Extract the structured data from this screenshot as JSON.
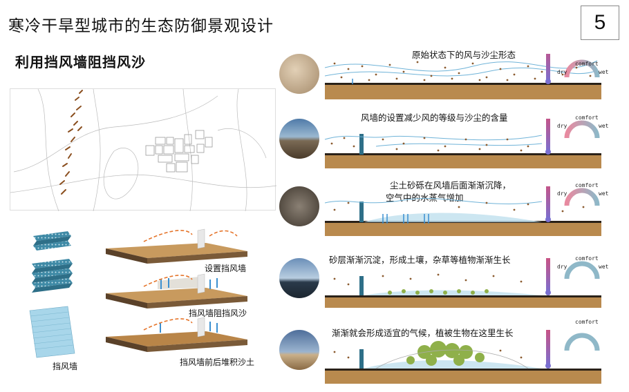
{
  "header": {
    "title": "寒冷干旱型城市的生态防御景观设计",
    "subtitle": "利用挡风墙阻挡风沙",
    "page_number": "5"
  },
  "left_panel": {
    "wall_label": "挡风墙",
    "steps": [
      {
        "label": "设置挡风墙"
      },
      {
        "label": "挡风墙阻挡风沙"
      },
      {
        "label": "挡风墙前后堆积沙土"
      }
    ]
  },
  "rows": [
    {
      "caption": "原始状态下的风与沙尘形态",
      "photo_tone": "#c9b49a"
    },
    {
      "caption": "风墙的设置减少风的等级与沙尘的含量",
      "photo_tone": "#7a6a55"
    },
    {
      "caption_line1": "尘土砂砾在风墙后面渐渐沉降，",
      "caption_line2": "空气中的水蒸气增加",
      "photo_tone": "#5a5247"
    },
    {
      "caption": "砂层渐渐沉淀，形成土壤，杂草等植物渐渐生长",
      "photo_tone": "#6b8fb8"
    },
    {
      "caption": "渐渐就会形成适宜的气候，植被生物在这里生长",
      "photo_tone": "#4e6e9a"
    }
  ],
  "gauge": {
    "top": "comfort",
    "left": "dry",
    "right": "wet"
  },
  "colors": {
    "soil_dark": "#4a3b2a",
    "soil": "#b98a4e",
    "sand_dot": "#8a5a2e",
    "wind": "#6fb3d8",
    "thermo_warm": "#e24a6c",
    "thermo_cool": "#7a6fd0",
    "gauge_warm": "#e88aa0",
    "gauge_cool": "#8fb8c8",
    "water": "#bfe0ee",
    "plants": "#8fb04a"
  }
}
